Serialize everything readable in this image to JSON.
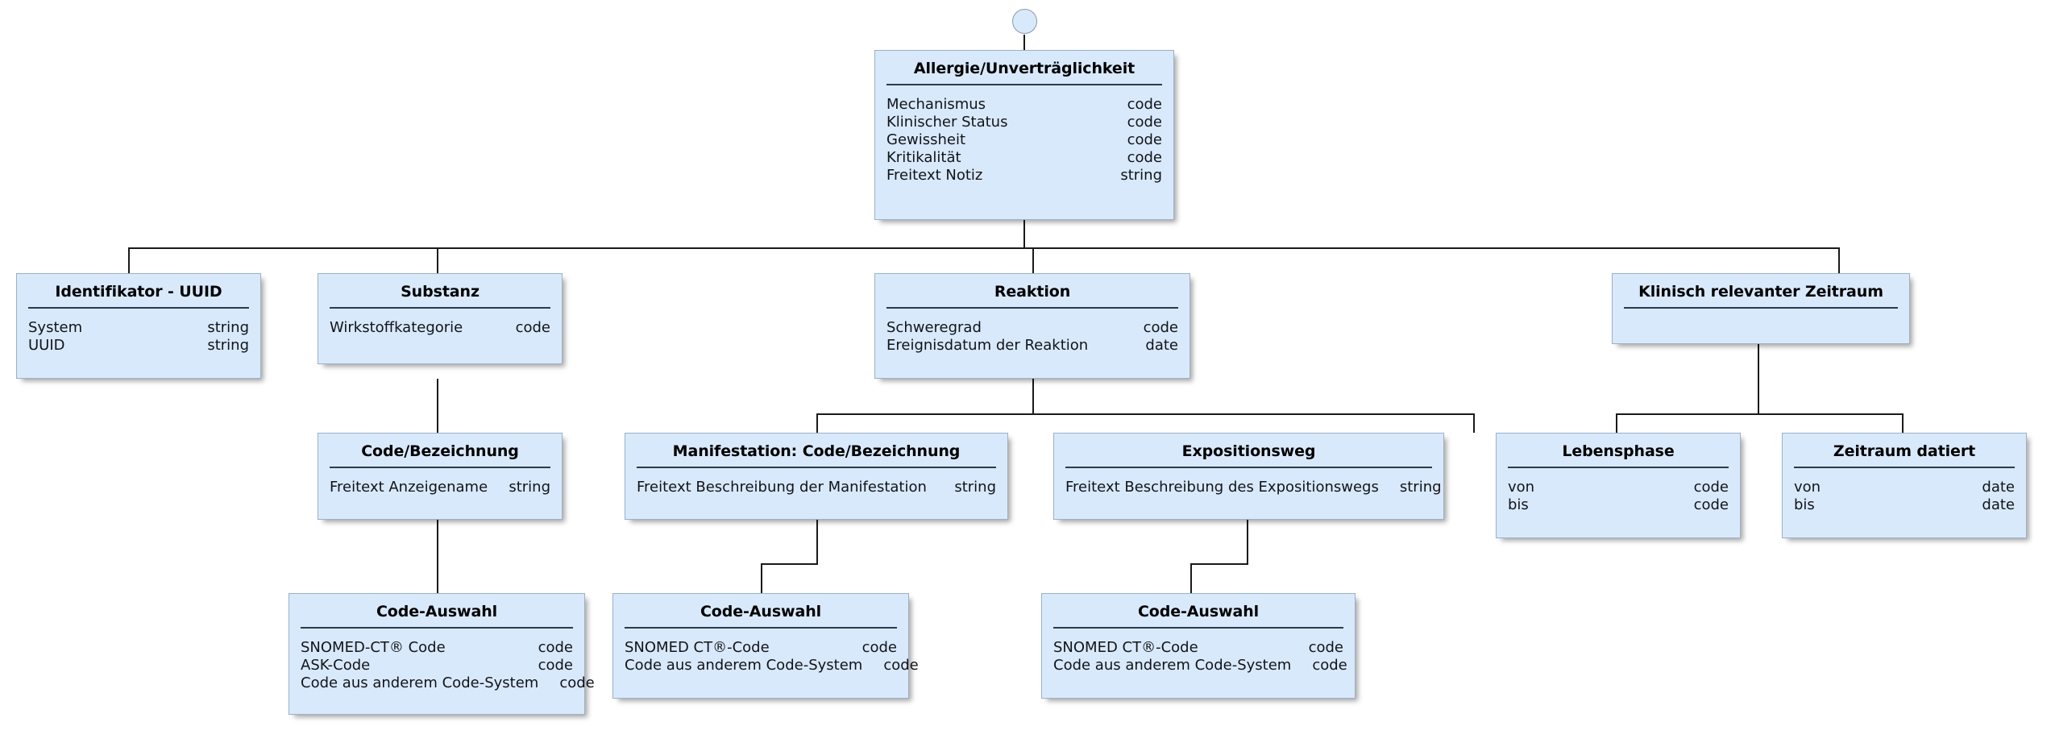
{
  "diagram": {
    "title": "Allergie/Unverträglichkeit",
    "colors": {
      "node_fill": "#d9e9fc",
      "node_border": "#9bb0c6",
      "separator": "#2b3b4a",
      "connector": "#1a1a1a",
      "background": "#ffffff"
    },
    "root_anchor": {
      "shape": "circle",
      "fill": "#d9e9fc",
      "border": "#8a98a8"
    }
  },
  "nodes": {
    "allergie": {
      "title": "Allergie/Unverträglichkeit",
      "attrs": [
        {
          "name": "Mechanismus",
          "type": "code"
        },
        {
          "name": "Klinischer Status",
          "type": "code"
        },
        {
          "name": "Gewissheit",
          "type": "code"
        },
        {
          "name": "Kritikalität",
          "type": "code"
        },
        {
          "name": "Freitext Notiz",
          "type": "string"
        }
      ]
    },
    "identifikator": {
      "title": "Identifikator - UUID",
      "attrs": [
        {
          "name": "System",
          "type": "string"
        },
        {
          "name": "UUID",
          "type": "string"
        }
      ]
    },
    "substanz": {
      "title": "Substanz",
      "attrs": [
        {
          "name": "Wirkstoffkategorie",
          "type": "code"
        }
      ]
    },
    "reaktion": {
      "title": "Reaktion",
      "attrs": [
        {
          "name": "Schweregrad",
          "type": "code"
        },
        {
          "name": "Ereignisdatum der Reaktion",
          "type": "date"
        }
      ]
    },
    "zeitraum": {
      "title": "Klinisch relevanter Zeitraum",
      "attrs": []
    },
    "code_bezeichnung": {
      "title": "Code/Bezeichnung",
      "attrs": [
        {
          "name": "Freitext Anzeigename",
          "type": "string"
        }
      ]
    },
    "manifestation": {
      "title": "Manifestation: Code/Bezeichnung",
      "attrs": [
        {
          "name": "Freitext Beschreibung der Manifestation",
          "type": "string"
        }
      ]
    },
    "expositionsweg": {
      "title": "Expositionsweg",
      "attrs": [
        {
          "name": "Freitext Beschreibung des Expositionswegs",
          "type": "string"
        }
      ]
    },
    "lebensphase": {
      "title": "Lebensphase",
      "attrs": [
        {
          "name": "von",
          "type": "code"
        },
        {
          "name": "bis",
          "type": "code"
        }
      ]
    },
    "zeitraum_datiert": {
      "title": "Zeitraum datiert",
      "attrs": [
        {
          "name": "von",
          "type": "date"
        },
        {
          "name": "bis",
          "type": "date"
        }
      ]
    },
    "code_auswahl_substanz": {
      "title": "Code-Auswahl",
      "attrs": [
        {
          "name": "SNOMED-CT® Code",
          "type": "code"
        },
        {
          "name": "ASK-Code",
          "type": "code"
        },
        {
          "name": "Code aus anderem Code-System",
          "type": "code"
        }
      ]
    },
    "code_auswahl_manifestation": {
      "title": "Code-Auswahl",
      "attrs": [
        {
          "name": "SNOMED CT®-Code",
          "type": "code"
        },
        {
          "name": "Code aus anderem Code-System",
          "type": "code"
        }
      ]
    },
    "code_auswahl_exposition": {
      "title": "Code-Auswahl",
      "attrs": [
        {
          "name": "SNOMED CT®-Code",
          "type": "code"
        },
        {
          "name": "Code aus anderem Code-System",
          "type": "code"
        }
      ]
    }
  }
}
